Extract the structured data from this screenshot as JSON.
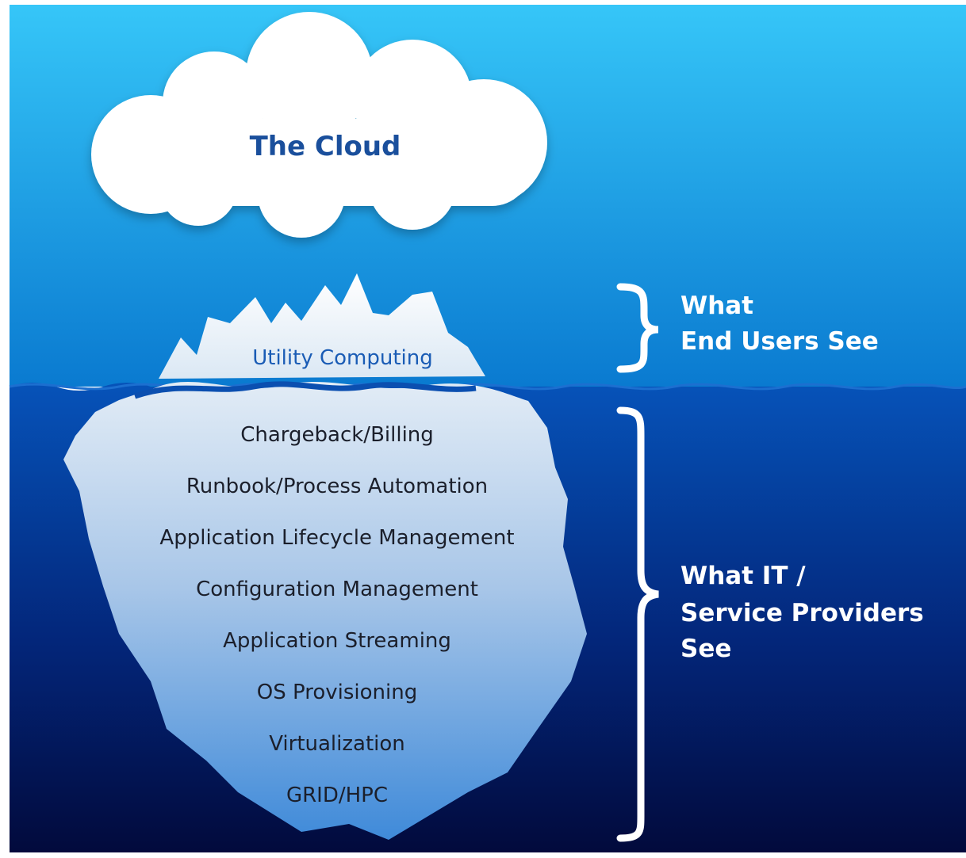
{
  "cloud": {
    "title": "The Cloud"
  },
  "iceberg": {
    "tip_label": "Utility Computing",
    "layers": [
      "Chargeback/Billing",
      "Runbook/Process Automation",
      "Application Lifecycle Management",
      "Configuration Management",
      "Application Streaming",
      "OS Provisioning",
      "Virtualization",
      "GRID/HPC"
    ]
  },
  "side_labels": {
    "above": [
      "What",
      "End Users See"
    ],
    "below": [
      "What IT /",
      "Service Providers",
      "See"
    ]
  },
  "colors": {
    "sky_top": "#36c6f8",
    "sky_bottom": "#0a7ad0",
    "sea_top": "#0653b9",
    "sea_bottom": "#020a3c",
    "cloud_text": "#1a4f9c",
    "tip_text": "#1a5cb5",
    "layer_text": "#1b1f2b",
    "side_text": "#ffffff"
  }
}
